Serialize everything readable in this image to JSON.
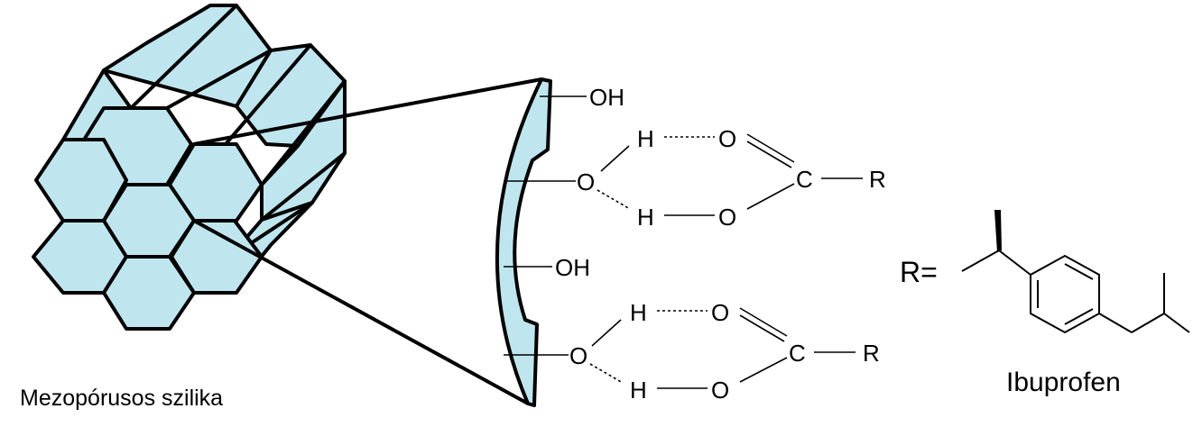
{
  "labels": {
    "silica": "Mezopórusos szilika",
    "drug": "Ibuprofen",
    "r_eq": "R="
  },
  "atoms": {
    "oh_top": "OH",
    "oh_mid": "OH",
    "o": "O",
    "h": "H",
    "c": "C",
    "r": "R"
  },
  "colors": {
    "silica_fill": "#bfe6ee",
    "stroke": "#000000"
  }
}
